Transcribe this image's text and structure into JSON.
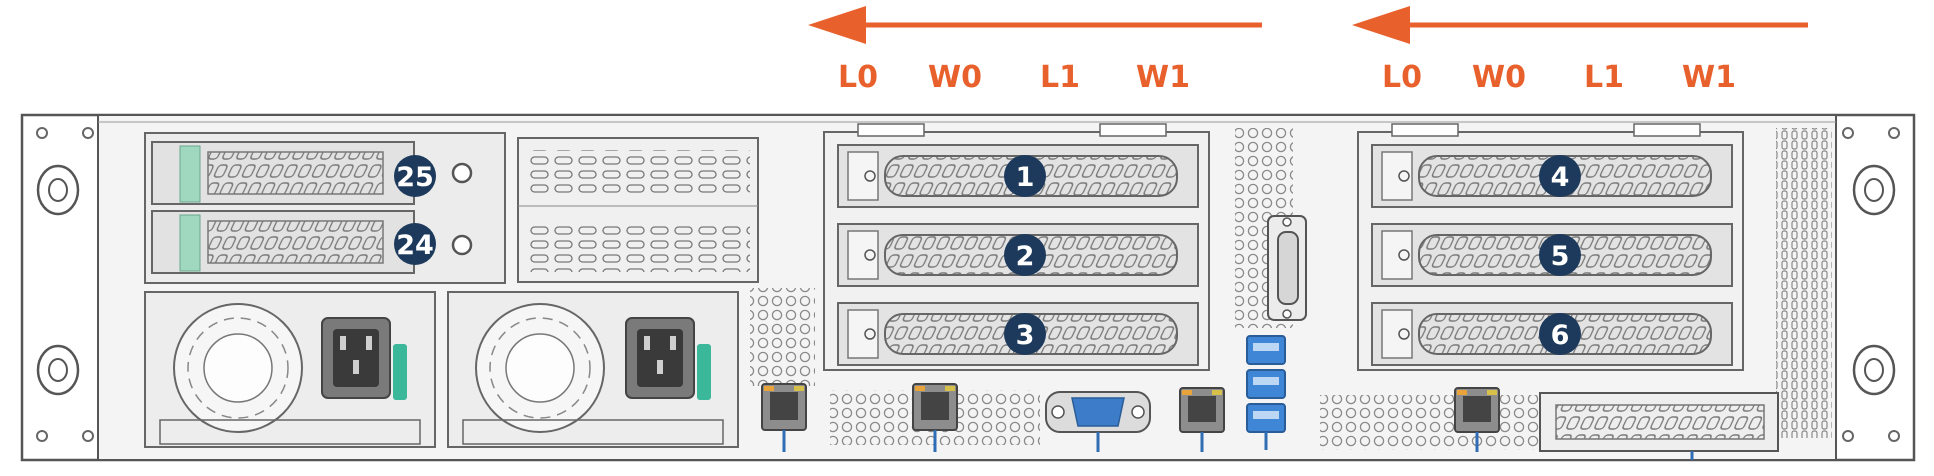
{
  "colors": {
    "accent": "#e8602c",
    "badge": "#1d3a5c",
    "drive_latch": "#9fd8bf",
    "psu_handle": "#3bb79a",
    "port_cable": "#2f6db5",
    "usb": "#3f86d6",
    "vga": "#3d7cc9",
    "line": "#555555"
  },
  "arrows": [
    {
      "name": "left-group-arrow",
      "direction": "left"
    },
    {
      "name": "right-group-arrow",
      "direction": "left"
    }
  ],
  "lane_labels": {
    "left": [
      "L0",
      "W0",
      "L1",
      "W1"
    ],
    "right": [
      "L0",
      "W0",
      "L1",
      "W1"
    ]
  },
  "drive_bays": [
    "25",
    "24"
  ],
  "pcie_slots": {
    "left": [
      "1",
      "2",
      "3"
    ],
    "right": [
      "4",
      "5",
      "6"
    ]
  },
  "psu_units": [
    "psu-1",
    "psu-2"
  ]
}
